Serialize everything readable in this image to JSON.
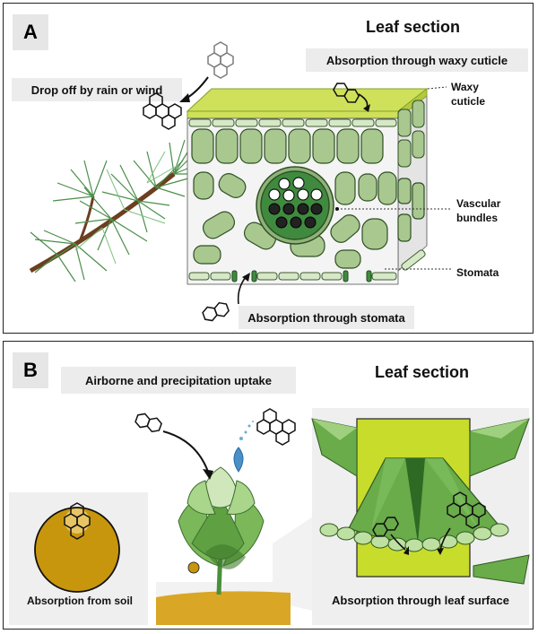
{
  "panel_a": {
    "letter": "A",
    "title": "Leaf section",
    "cuticle_label": "Absorption through waxy cuticle",
    "drop_label": "Drop off by rain or wind",
    "stomata_absorption_label": "Absorption through stomata",
    "side_labels": {
      "waxy_1": "Waxy",
      "waxy_2": "cuticle",
      "vascular_1": "Vascular",
      "vascular_2": "bundles",
      "stomata": "Stomata"
    }
  },
  "panel_b": {
    "letter": "B",
    "title": "Leaf section",
    "airborne_label": "Airborne and precipitation uptake",
    "soil_label": "Absorption from soil",
    "surface_label": "Absorption through leaf surface"
  },
  "colors": {
    "cuticle": "#cfe05a",
    "cell": "#a8c890",
    "cell_dark": "#8fb27a",
    "bundle": "#3b6b2b",
    "soil_sphere": "#c8960c",
    "leaf_green": "#6aab4a",
    "leaf_yellow": "#c2d93a",
    "label_bg": "#ececec"
  },
  "icons": [
    "pyrene-icon",
    "naphthalene-icon",
    "benzo-pyrene-icon",
    "water-drop-icon",
    "pine-branch-icon",
    "plant-icon"
  ]
}
